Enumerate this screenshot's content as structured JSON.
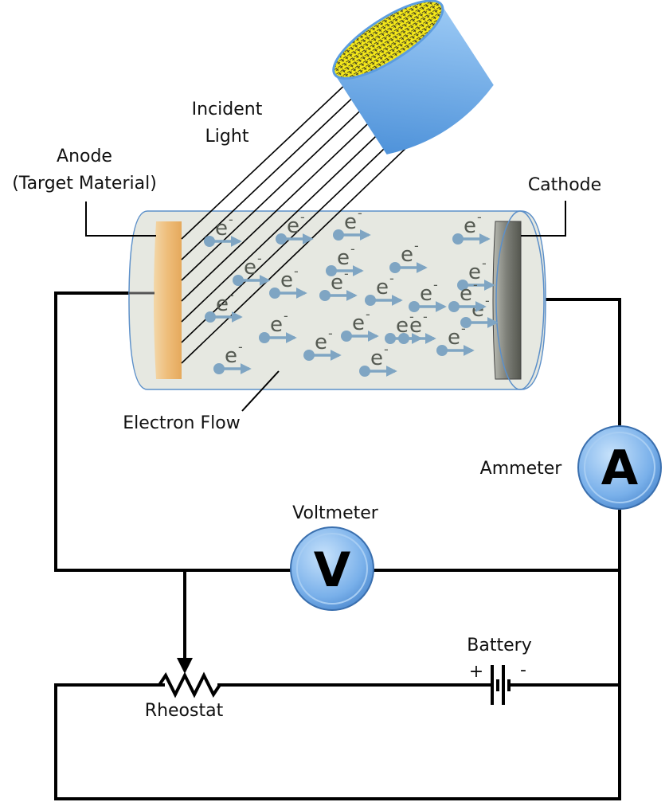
{
  "diagram": {
    "title": "Photoelectric effect apparatus",
    "labels": {
      "incident_light_line1": "Incident",
      "incident_light_line2": "Light",
      "anode_line1": "Anode",
      "anode_line2": "(Target Material)",
      "cathode": "Cathode",
      "electron_flow": "Electron Flow",
      "ammeter": "Ammeter",
      "voltmeter": "Voltmeter",
      "battery": "Battery",
      "battery_plus": "+",
      "battery_minus": "-",
      "rheostat": "Rheostat"
    },
    "meters": {
      "ammeter_symbol": "A",
      "voltmeter_symbol": "V"
    },
    "electron": {
      "symbol": "e",
      "charge": "-",
      "count": 23
    },
    "light_ray_count": 7,
    "colors": {
      "tube_fill": "#e6e8e1",
      "tube_stroke": "#5b8fc9",
      "anode": "#e8b56e",
      "cathode": "#6e706a",
      "electron": "#7fa5c3",
      "meter": "#7fb2ea",
      "lamp": "#5c9de0",
      "lamp_face": "#f2e600"
    }
  }
}
